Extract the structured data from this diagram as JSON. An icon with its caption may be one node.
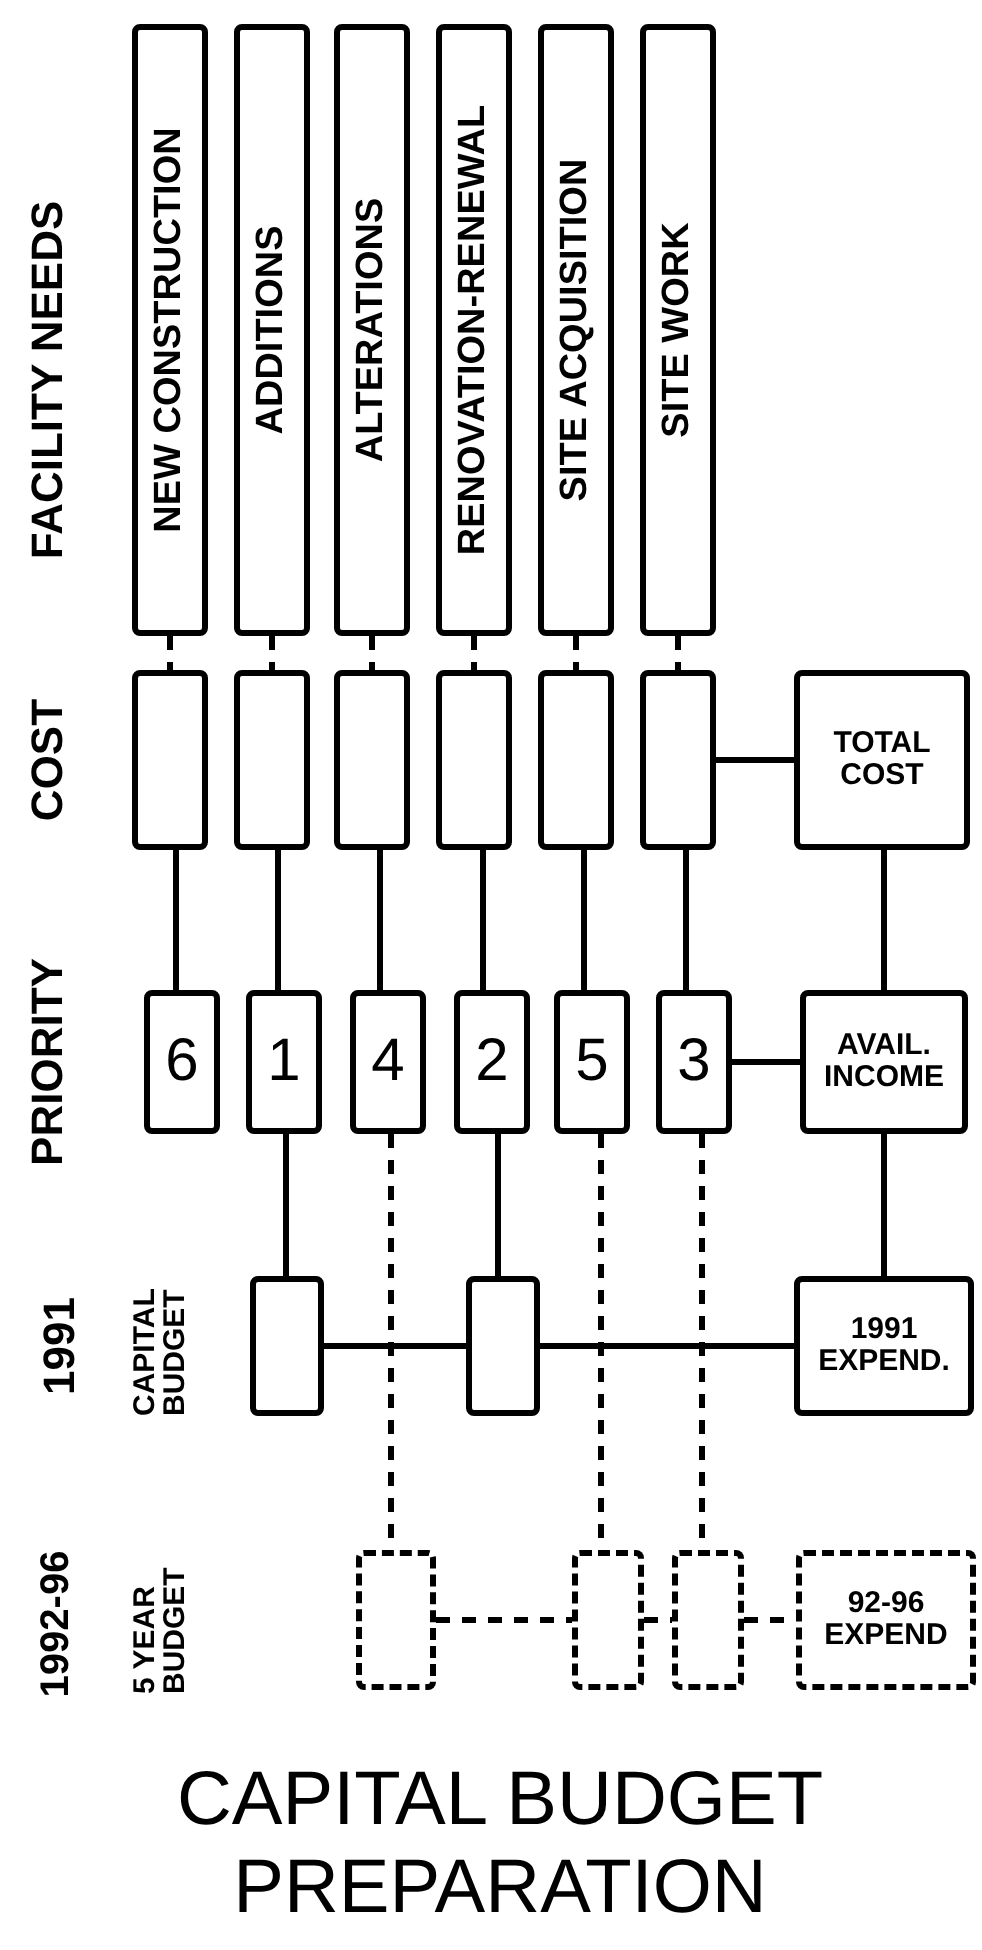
{
  "diagram": {
    "title": "CAPITAL BUDGET PREPARATION",
    "nodes": [
      {
        "text": [
          "NEW CONSTRUCTION"
        ]
      },
      {
        "text": [
          "ADDITIONS"
        ]
      },
      {
        "text": [
          "ALTERATIONS"
        ]
      },
      {
        "text": [
          "RENOVATION-RENEWAL"
        ]
      },
      {
        "text": [
          "SITE ACQUISITION"
        ]
      },
      {
        "text": [
          "SITE WORK"
        ]
      },
      {
        "text": [],
        "shape": "box"
      },
      {
        "text": [],
        "shape": "box"
      },
      {
        "text": [],
        "shape": "box"
      },
      {
        "text": [],
        "shape": "box"
      },
      {
        "text": [],
        "shape": "box"
      },
      {
        "text": [],
        "shape": "box"
      },
      {
        "text": [
          "TOTAL COST"
        ]
      },
      {
        "text": [
          "6"
        ]
      },
      {
        "text": [
          "1"
        ]
      },
      {
        "text": [
          "4"
        ]
      },
      {
        "text": [
          "2"
        ]
      },
      {
        "text": [
          "5"
        ]
      },
      {
        "text": [
          "3"
        ]
      },
      {
        "text": [
          "AVAIL. INCOME"
        ]
      },
      {
        "text": [],
        "shape": "box"
      },
      {
        "text": [],
        "shape": "box"
      },
      {
        "text": [
          "1991 EXPEND."
        ]
      },
      {
        "text": [],
        "shape": "box"
      },
      {
        "text": [],
        "shape": "box"
      },
      {
        "text": [],
        "shape": "box"
      },
      {
        "text": [
          "92-96 EXPEND"
        ]
      }
    ],
    "edges": [
      {
        "from": 0,
        "to": 6,
        "arrow": "none",
        "style": "dashed"
      },
      {
        "from": 1,
        "to": 7,
        "arrow": "none",
        "style": "dashed"
      },
      {
        "from": 2,
        "to": 8,
        "arrow": "none",
        "style": "dashed"
      },
      {
        "from": 3,
        "to": 9,
        "arrow": "none",
        "style": "dashed"
      },
      {
        "from": 4,
        "to": 10,
        "arrow": "none",
        "style": "dashed"
      },
      {
        "from": 5,
        "to": 11,
        "arrow": "none",
        "style": "dashed"
      },
      {
        "from": 11,
        "to": 12,
        "arrow": "none"
      },
      {
        "from": 6,
        "to": 13,
        "arrow": "none"
      },
      {
        "from": 7,
        "to": 14,
        "arrow": "none"
      },
      {
        "from": 8,
        "to": 15,
        "arrow": "none"
      },
      {
        "from": 9,
        "to": 16,
        "arrow": "none"
      },
      {
        "from": 10,
        "to": 17,
        "arrow": "none"
      },
      {
        "from": 11,
        "to": 18,
        "arrow": "none"
      },
      {
        "from": 12,
        "to": 19,
        "arrow": "none"
      },
      {
        "from": 18,
        "to": 19,
        "arrow": "none"
      },
      {
        "from": 14,
        "to": 20,
        "arrow": "none"
      },
      {
        "from": 16,
        "to": 21,
        "arrow": "none"
      },
      {
        "from": 19,
        "to": 22,
        "arrow": "none"
      },
      {
        "from": 20,
        "to": 21,
        "arrow": "none"
      },
      {
        "from": 21,
        "to": 22,
        "arrow": "none"
      },
      {
        "from": 15,
        "to": 23,
        "arrow": "none",
        "style": "dashed"
      },
      {
        "from": 17,
        "to": 24,
        "arrow": "none",
        "style": "dashed"
      },
      {
        "from": 18,
        "to": 25,
        "arrow": "none",
        "style": "dashed"
      },
      {
        "from": 23,
        "to": 24,
        "arrow": "none",
        "style": "dashed"
      },
      {
        "from": 24,
        "to": 25,
        "arrow": "none",
        "style": "dashed"
      },
      {
        "from": 25,
        "to": 26,
        "arrow": "none",
        "style": "dashed"
      }
    ],
    "labels": [
      "FACILITY NEEDS",
      "COST",
      "PRIORITY",
      "1991",
      "CAPITAL BUDGET",
      "1992-96",
      "5 YEAR BUDGET"
    ]
  }
}
